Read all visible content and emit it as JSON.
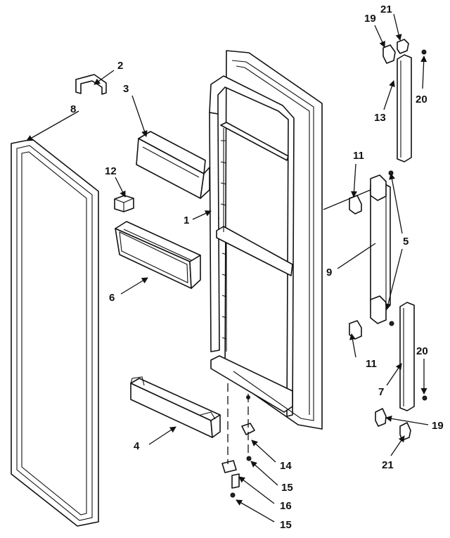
{
  "diagram": {
    "callouts": {
      "c1": "1",
      "c2": "2",
      "c3": "3",
      "c4": "4",
      "c5": "5",
      "c6": "6",
      "c7": "7",
      "c8": "8",
      "c9": "9",
      "c11a": "11",
      "c11b": "11",
      "c12": "12",
      "c13": "13",
      "c14": "14",
      "c15a": "15",
      "c15b": "15",
      "c16": "16",
      "c19a": "19",
      "c19b": "19",
      "c20a": "20",
      "c20b": "20",
      "c21a": "21",
      "c21b": "21"
    }
  }
}
